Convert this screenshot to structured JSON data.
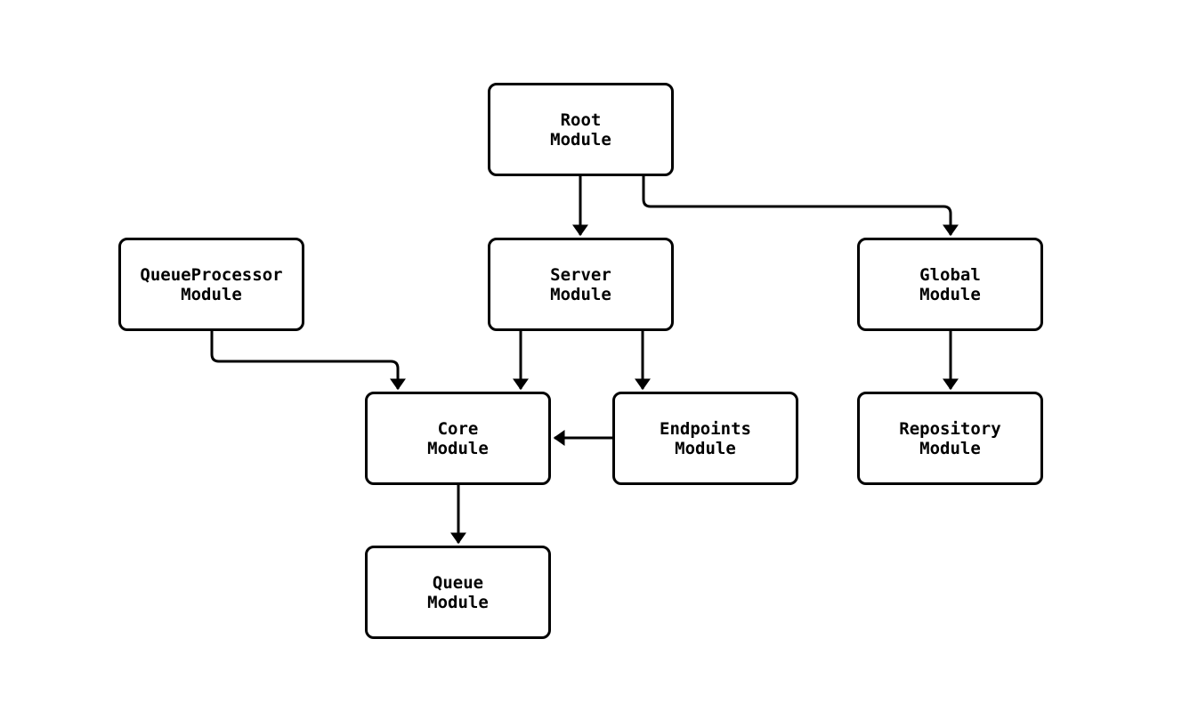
{
  "diagram": {
    "type": "flowchart",
    "background": "#ffffff",
    "line_color": "#000000",
    "nodes": [
      {
        "id": "root",
        "label": "Root\nModule"
      },
      {
        "id": "queueprocessor",
        "label": "QueueProcessor\nModule"
      },
      {
        "id": "server",
        "label": "Server\nModule"
      },
      {
        "id": "global",
        "label": "Global\nModule"
      },
      {
        "id": "core",
        "label": "Core\nModule"
      },
      {
        "id": "endpoints",
        "label": "Endpoints\nModule"
      },
      {
        "id": "repository",
        "label": "Repository\nModule"
      },
      {
        "id": "queue",
        "label": "Queue\nModule"
      }
    ],
    "edges": [
      {
        "from": "root",
        "to": "server"
      },
      {
        "from": "root",
        "to": "global"
      },
      {
        "from": "queueprocessor",
        "to": "core"
      },
      {
        "from": "server",
        "to": "core"
      },
      {
        "from": "server",
        "to": "endpoints"
      },
      {
        "from": "global",
        "to": "repository"
      },
      {
        "from": "endpoints",
        "to": "core"
      },
      {
        "from": "core",
        "to": "queue"
      }
    ]
  }
}
